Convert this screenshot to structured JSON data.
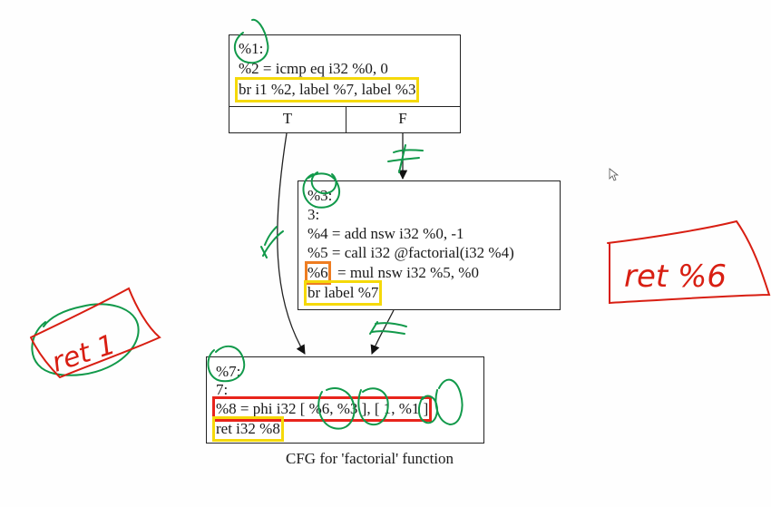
{
  "diagram": {
    "title": "CFG for 'factorial' function",
    "nodes": [
      {
        "id": "%1",
        "header": "%1:",
        "lines": [
          "%2 = icmp eq i32 %0, 0",
          "br i1 %2, label %7, label %3"
        ],
        "ports": [
          "T",
          "F"
        ]
      },
      {
        "id": "%3",
        "header": "%3:",
        "lines": [
          "3:",
          "%4 = add nsw i32 %0, -1",
          "%5 = call i32 @factorial(i32 %4)",
          "%6",
          "= mul nsw i32 %5, %0",
          "br label %7"
        ]
      },
      {
        "id": "%7",
        "header": "%7:",
        "lines": [
          "7:",
          "%8 = phi i32 [ %6, %3 ], [ 1, %1 ]",
          "ret i32 %8"
        ]
      }
    ],
    "edges": [
      {
        "from": "%1",
        "port": "T",
        "to": "%7"
      },
      {
        "from": "%1",
        "port": "F",
        "to": "%3"
      },
      {
        "from": "%3",
        "to": "%7"
      }
    ]
  },
  "annotations": {
    "right_note": "ret %6",
    "left_note": "ret 1"
  }
}
